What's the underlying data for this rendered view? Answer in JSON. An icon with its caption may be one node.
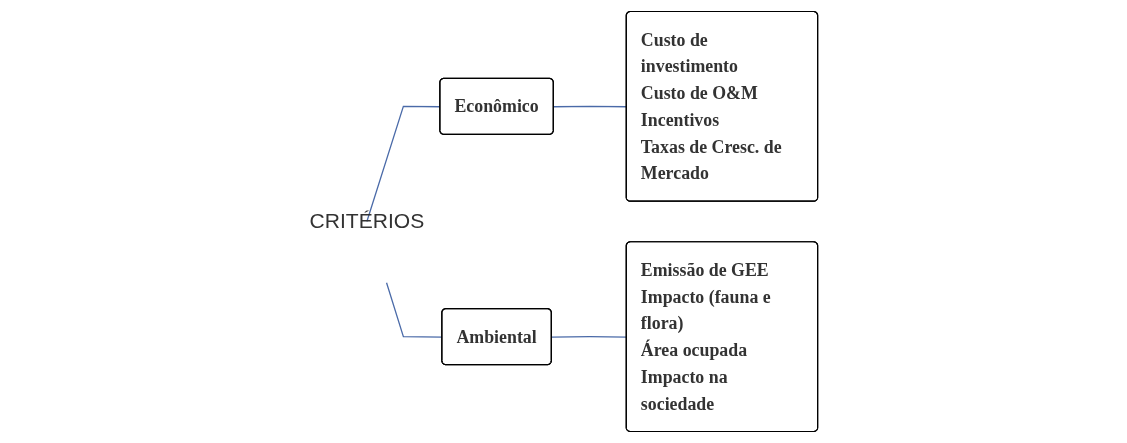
{
  "diagram": {
    "nodes": [
      {
        "text": [
          "CRITÉRIOS"
        ]
      },
      {
        "text": [
          "Econômico"
        ]
      },
      {
        "text": [
          "Custo de investimento",
          "Custo de O&M",
          "Incentivos",
          "Taxas de Cresc. de Mercado"
        ]
      },
      {
        "text": [
          "Ambiental"
        ]
      },
      {
        "text": [
          "Emissão de GEE",
          "Impacto (fauna e flora)",
          "Área ocupada",
          "Impacto na sociedade"
        ]
      }
    ],
    "edges": [
      {
        "from": 0,
        "to": 1,
        "arrow": "none"
      },
      {
        "from": 0,
        "to": 3,
        "arrow": "none"
      },
      {
        "from": 1,
        "to": 2,
        "arrow": "none"
      },
      {
        "from": 3,
        "to": 4,
        "arrow": "none"
      }
    ]
  }
}
